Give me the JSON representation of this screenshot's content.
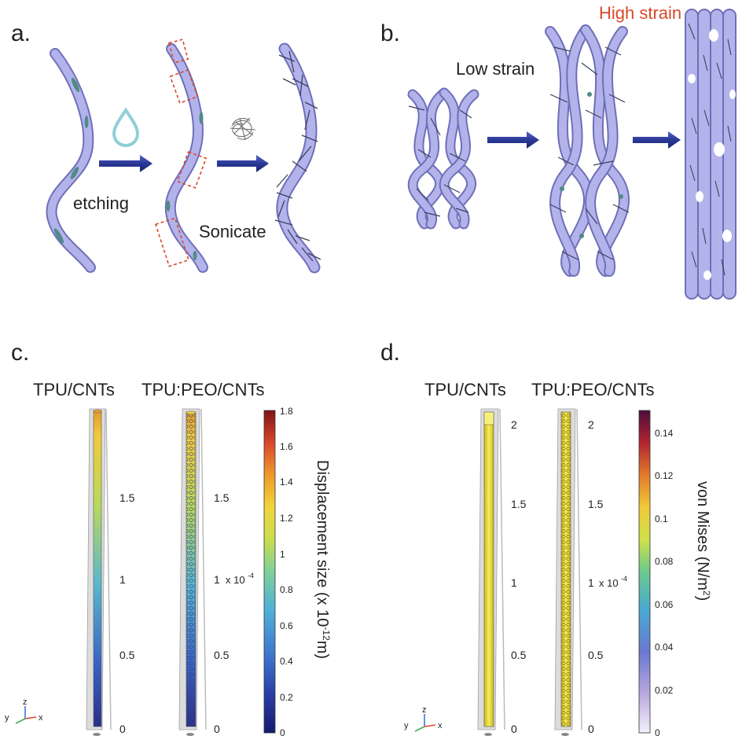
{
  "panel_a": {
    "label": "a.",
    "etching": "etching",
    "sonicate": "Sonicate"
  },
  "panel_b": {
    "label": "b.",
    "low_strain": "Low strain",
    "high_strain": "High strain"
  },
  "panel_c": {
    "label": "c.",
    "left_title": "TPU/CNTs",
    "right_title": "TPU:PEO/CNTs",
    "left_ticks": [
      "1.5",
      "1",
      "0.5",
      "0"
    ],
    "right_ticks": [
      "1.5",
      "1",
      "0.5",
      "0"
    ],
    "exponent": "x 10",
    "exponent_power": "-4",
    "colorbar_ticks": [
      "1.8",
      "1.6",
      "1.4",
      "1.2",
      "1",
      "0.8",
      "0.6",
      "0.4",
      "0.2",
      "0"
    ],
    "colorbar_label_main": "Displacement size (x 10",
    "colorbar_label_power": "-12",
    "colorbar_label_end": "m)",
    "axis_y": "y",
    "axis_z": "z",
    "axis_x": "x"
  },
  "panel_d": {
    "label": "d.",
    "left_title": "TPU/CNTs",
    "right_title": "TPU:PEO/CNTs",
    "left_ticks": [
      "2",
      "1.5",
      "1",
      "0.5",
      "0"
    ],
    "right_ticks": [
      "2",
      "1.5",
      "1",
      "0.5",
      "0"
    ],
    "exponent": "x 10",
    "exponent_power": "-4",
    "colorbar_ticks": [
      "0.14",
      "0.12",
      "0.1",
      "0.08",
      "0.06",
      "0.04",
      "0.02",
      "0"
    ],
    "colorbar_label_main": "von Mises (N/m",
    "colorbar_label_power": "2",
    "colorbar_label_end": ")",
    "axis_y": "y",
    "axis_z": "z",
    "axis_x": "x"
  },
  "colors": {
    "fiber": "#b3b3ec",
    "fiber_edge": "#6f6fb8",
    "arrow": "#2f3e9e",
    "dashed": "#d9482b",
    "high_strain": "#d9482b"
  }
}
